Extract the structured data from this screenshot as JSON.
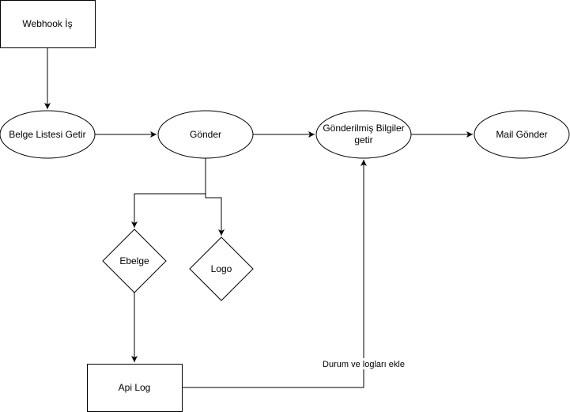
{
  "nodes": {
    "webhook": "Webhook İş",
    "belge": "Belge Listesi Getir",
    "gonder": "Gönder",
    "gonderilmis_line1": "Gönderilmiş Bilgiler",
    "gonderilmis_line2": "getir",
    "mail": "Mail Gönder",
    "ebelge": "Ebelge",
    "logo": "Logo",
    "apilog": "Api Log"
  },
  "edges": {
    "durum_label": "Durum ve logları ekle"
  }
}
